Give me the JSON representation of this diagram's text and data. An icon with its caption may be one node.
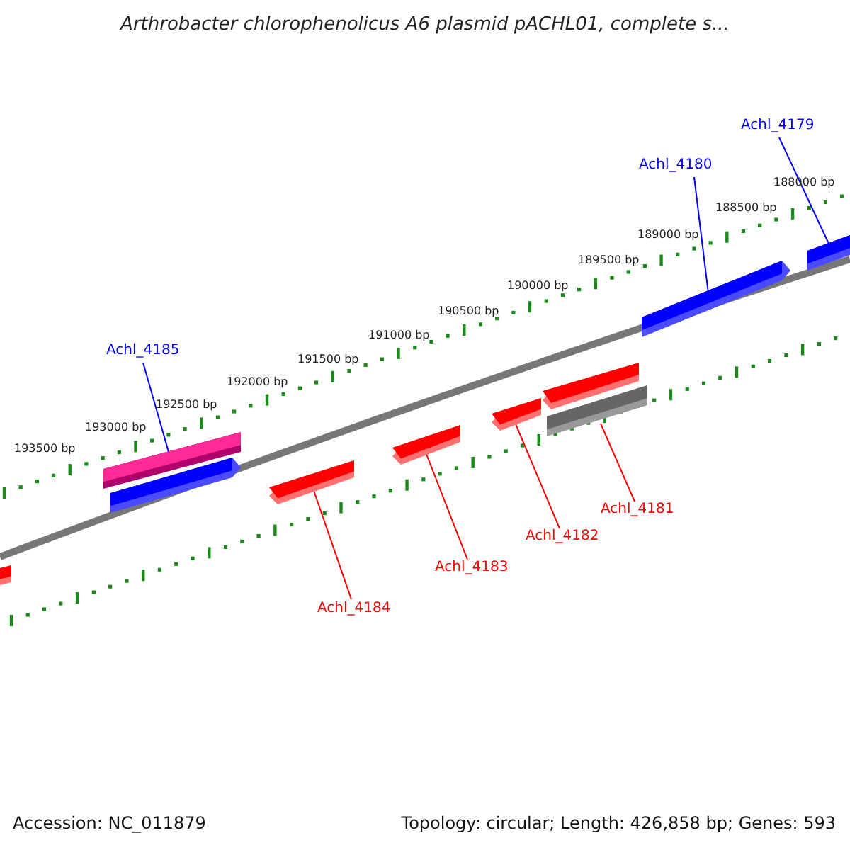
{
  "diagram": {
    "title": "Arthrobacter chlorophenolicus A6 plasmid pACHL01, complete s...",
    "nodes": [
      {
        "text": [
          "Achl_4185"
        ]
      },
      {
        "text": [
          "Achl_4180"
        ]
      },
      {
        "text": [
          "Achl_4179"
        ]
      },
      {
        "text": [
          "Achl_4184"
        ]
      },
      {
        "text": [
          "Achl_4183"
        ]
      },
      {
        "text": [
          "Achl_4182"
        ]
      },
      {
        "text": [
          "Achl_4181"
        ]
      },
      {
        "text": [],
        "shape": "bar"
      },
      {
        "text": [],
        "shape": "bar"
      },
      {
        "text": [],
        "shape": "bar"
      },
      {
        "text": [],
        "shape": "bar"
      },
      {
        "text": [],
        "shape": "bar"
      },
      {
        "text": [],
        "shape": "bar"
      },
      {
        "text": [],
        "shape": "bar"
      },
      {
        "text": [],
        "shape": "bar"
      },
      {
        "text": [],
        "shape": "bar"
      },
      {
        "text": [],
        "shape": "bar"
      }
    ],
    "edges": [
      {
        "from": 0,
        "to": 7,
        "arrow": "none",
        "color": "#0000ff"
      },
      {
        "from": 1,
        "to": 9,
        "arrow": "none",
        "color": "#0000ff"
      },
      {
        "from": 2,
        "to": 10,
        "arrow": "none",
        "color": "#0000ff"
      },
      {
        "from": 3,
        "to": 12,
        "arrow": "none"
      },
      {
        "from": 4,
        "to": 13,
        "arrow": "none"
      },
      {
        "from": 5,
        "to": 14,
        "arrow": "none"
      },
      {
        "from": 6,
        "to": 16,
        "arrow": "none"
      }
    ],
    "labels": [
      "188000 bp",
      "188500 bp",
      "189000 bp",
      "189500 bp",
      "190000 bp",
      "190500 bp",
      "191000 bp",
      "191500 bp",
      "192000 bp",
      "192500 bp",
      "193000 bp",
      "193500 bp",
      "Accession: NC_011879",
      "Topology: circular; Length: 426,858 bp; Genes: 593"
    ]
  }
}
